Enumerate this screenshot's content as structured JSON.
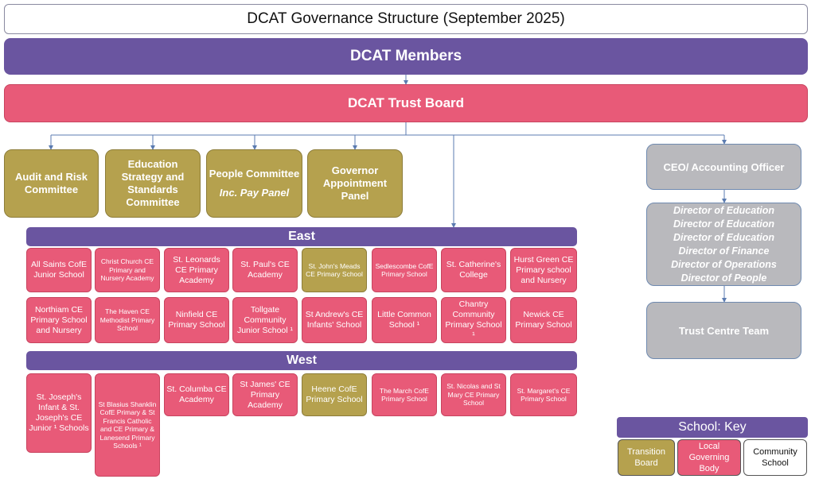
{
  "title": "DCAT Governance Structure (September 2025)",
  "members": "DCAT Members",
  "trust_board": "DCAT Trust Board",
  "committees": [
    {
      "label": "Audit and Risk Committee",
      "sub": ""
    },
    {
      "label": "Education Strategy and Standards Committee",
      "sub": ""
    },
    {
      "label": "People Committee",
      "sub": "Inc. Pay Panel"
    },
    {
      "label": "Governor Appointment Panel",
      "sub": ""
    }
  ],
  "ceo": "CEO/ Accounting Officer",
  "directors": [
    "Director of Education",
    "Director of Education",
    "Director of Education",
    "Director of Finance",
    "Director of Operations",
    "Director of People"
  ],
  "trust_centre": "Trust Centre Team",
  "east": {
    "label": "East",
    "schools": [
      {
        "name": "All Saints CofE Junior School"
      },
      {
        "name": "Christ Church CE Primary and Nursery Academy"
      },
      {
        "name": "St. Leonards CE Primary Academy"
      },
      {
        "name": "St. Paul's CE Academy"
      },
      {
        "name": "St. John's Meads CE Primary School"
      },
      {
        "name": "Sedlescombe CofE Primary School"
      },
      {
        "name": "St. Catherine's College"
      },
      {
        "name": "Hurst Green CE Primary school and Nursery"
      },
      {
        "name": "Northiam CE Primary School and Nursery"
      },
      {
        "name": "The Haven CE Methodist Primary School"
      },
      {
        "name": "Ninfield CE Primary School"
      },
      {
        "name": "Tollgate Community Junior School ¹"
      },
      {
        "name": "St Andrew's CE Infants' School"
      },
      {
        "name": "Little Common School ¹"
      },
      {
        "name": "Chantry Community Primary School ¹"
      },
      {
        "name": "Newick CE Primary School"
      }
    ]
  },
  "west": {
    "label": "West",
    "schools": [
      {
        "name": "St. Joseph's Infant & St. Joseph's CE Junior ¹ Schools"
      },
      {
        "name": "St Blasius Shanklin CofE Primary & St Francis Catholic and CE Primary & Lanesend Primary Schools ¹"
      },
      {
        "name": "St. Columba CE Academy"
      },
      {
        "name": "St James' CE Primary Academy"
      },
      {
        "name": "Heene CofE Primary School"
      },
      {
        "name": "The March CofE Primary School"
      },
      {
        "name": "St. Nicolas and St Mary CE Primary School"
      },
      {
        "name": "St. Margaret's CE Primary School"
      }
    ]
  },
  "key": {
    "title": "School: Key",
    "items": [
      {
        "label": "Transition Board",
        "color": "#b5a14e"
      },
      {
        "label": "Local Governing Body",
        "color": "#e85a78"
      },
      {
        "label": "Community School",
        "color": "#ffffff"
      }
    ]
  },
  "colors": {
    "purple": "#6a55a0",
    "pink": "#e85a78",
    "gold": "#b5a14e",
    "grey": "#b9b9bd"
  }
}
